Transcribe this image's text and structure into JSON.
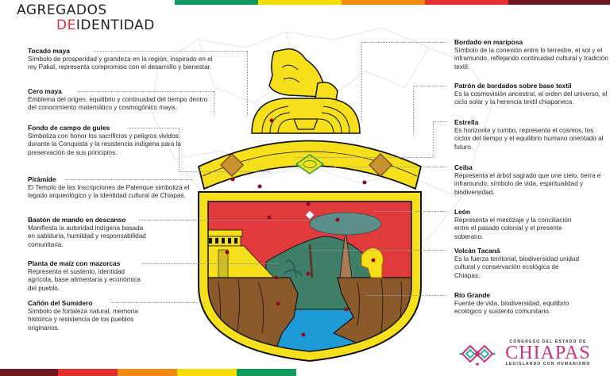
{
  "header": {
    "title_line1": "AGREGADOS",
    "title_de": "DE",
    "title_line2": "IDENTIDAD"
  },
  "colors": {
    "green": "#0f9a5e",
    "yellow": "#f7dc00",
    "orange": "#f28a0f",
    "red": "#e3302f",
    "maroon": "#6f1720",
    "shield_yellow": "#f5e01b",
    "shield_red": "#e13a3c",
    "shield_green": "#3f7f6a",
    "shield_brown": "#8b5a2b",
    "river_blue": "#1e9bd7",
    "brand_magenta": "#c8337a"
  },
  "left_labels": [
    {
      "title": "Tocado maya",
      "text": "Símbolo de prosperidad y grandeza en la región, inspirado en el rey Pakal, representa compromiso con el desarrollo y bienestar."
    },
    {
      "title": "Cero maya",
      "text": "Emblema del origen, equilibrio y continuidad del tiempo dentro del conocimiento matemático y cosmogónico maya."
    },
    {
      "title": "Fondo de campo de gules",
      "text": "Simboliza con honor los sacrificios y peligros vividos durante la Conquista y la resistencia indígena para la preservación de sus principios."
    },
    {
      "title": "Pirámide",
      "text": "El Templo de las Inscripciones de Palenque simboliza el legado arqueológico y la identidad cultural de Chiapas."
    },
    {
      "title": "Bastón de mando en descanso",
      "text": "Manifiesta la autoridad indígena basada en sabiduría, humildad y responsabilidad comunitaria."
    },
    {
      "title": "Planta de maíz con mazorcas",
      "text": "Representa el sustento, identidad agrícola, base alimentaria y económica del pueblo."
    },
    {
      "title": "Cañón del Sumidero",
      "text": "Símbolo de fortaleza natural, memoria histórica y resistencia de los pueblos originarios."
    }
  ],
  "right_labels": [
    {
      "title": "Bordado en mariposa",
      "text": "Símbolo de la conexión entre lo terrestre, el sol y el inframundo, reflejando continuidad cultural y tradición textil."
    },
    {
      "title": "Patrón de bordados sobre base textil",
      "text": "Es la cosmovisión ancestral, el orden del universo, el ciclo solar y la herencia textil chiapaneca."
    },
    {
      "title": "Estrella",
      "text": "Es horizonte y rumbo, representa el cosmos, los ciclos del tiempo y el equilibrio humano orientado al futuro."
    },
    {
      "title": "Ceiba",
      "text": "Representa el árbol sagrado que une cielo, tierra e inframundo; símbolo de vida, espiritualidad y biodiversidad."
    },
    {
      "title": "León",
      "text": "Representa el mestizaje y la conciliación entre el pasado colonial y el presente soberano."
    },
    {
      "title": "Volcán Tacaná",
      "text": "Es la fuerza territorial, biodiversidad unidad cultural y conservación ecológica de Chiapas."
    },
    {
      "title": "Río Grande",
      "text": "Fuente de vida, biodiversidad, equilibrio ecológico y sustento comunitario."
    }
  ],
  "logo": {
    "top": "CONGRESO DEL ESTADO DE",
    "name": "CHIAPAS",
    "tagline": "LEGISLANDO CON HUMANISMO"
  }
}
